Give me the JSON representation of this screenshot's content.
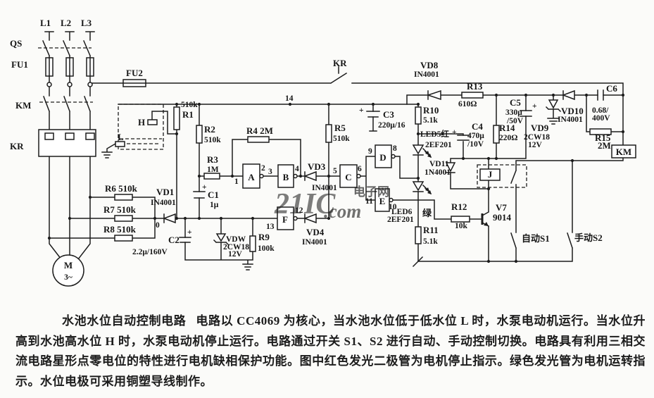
{
  "colors": {
    "ink": "#1c1c1c",
    "paper": "#fbfbf9",
    "watermark_red": "#de5f73",
    "watermark_blue": "#7e98c2"
  },
  "watermark": {
    "brand": "21IC",
    "domain": ".com",
    "site": "电子网"
  },
  "labels": {
    "l1": "L1",
    "l2": "L2",
    "l3": "L3",
    "qs": "QS",
    "fu1": "FU1",
    "fu2": "FU2",
    "km": "KM",
    "kr": "KR",
    "kr_contact": "KR",
    "km_coil": "KM",
    "motor_m": "M",
    "motor_ph": "3~",
    "tank_h": "H",
    "tank_l": "L",
    "r1": "R1",
    "r1_v": "510k",
    "r2": "R2",
    "r2_v": "510k",
    "r3": "R3",
    "r3_v": "1M",
    "r4": "R4 2M",
    "r5": "R5",
    "r5_v": "510k",
    "r6": "R6 510k",
    "r7": "R7 510k",
    "r8": "R8 510k",
    "r9": "R9",
    "r9_v": "100k",
    "r10": "R10",
    "r10_v": "5.1k",
    "r11": "R11",
    "r11_v": "5.1k",
    "r12": "R12",
    "r12_v": "10k",
    "r13": "R13",
    "r13_v": "610Ω",
    "r14": "R14",
    "r14_v": "220Ω",
    "r15": "R15",
    "r15_v": "2M",
    "c1": "C1",
    "c1_v": "1μ",
    "c2": "C2",
    "c2_v": "2.2μ/160V",
    "c3": "C3",
    "c3_v": "220μ/16",
    "c4": "C4",
    "c4_v": "470μ",
    "c4_v2": "/10V",
    "c5": "C5",
    "c5_v": "330μ",
    "c5_v2": "/50V",
    "c6": "C6",
    "c6_v": "0.68/",
    "c6_v2": "400V",
    "plus_c1": "+",
    "plus_c2": "+",
    "plus_c3": "+",
    "plus_c4": "+",
    "plus_c5": "+",
    "vd1": "VD1",
    "vd1_v": "IN4001",
    "vd3": "VD3",
    "vd3_v": "IN4001",
    "vd4": "VD4",
    "vd4_v": "IN4001",
    "vd8": "VD8",
    "vd8_v": "IN4001",
    "vd9": "VD9",
    "vd9_v": "2CW18",
    "vd9_v2": "12V",
    "vd10": "VD10",
    "vd10_v": "IN4001",
    "vd11": "VD11",
    "vd11_v": "1N4001",
    "vdw": "VDW",
    "vdw_v": "2CW18",
    "vdw_v2": "12V",
    "led5": "LED5红",
    "led5_v": "2EF201",
    "led6": "LED6",
    "led6_v": "2EF201",
    "led6_c": "绿",
    "v7": "V7",
    "v7_v": "9014",
    "j": "J",
    "s1": "自动S1",
    "s2": "手动S2"
  },
  "pins": {
    "p0": "0",
    "p1": "1",
    "p2": "2",
    "p3": "3",
    "p4": "4",
    "p5": "5",
    "p6": "6",
    "p8": "8",
    "p9": "9",
    "p10": "10",
    "p11": "11",
    "p12": "12",
    "p13": "13",
    "p14": "14"
  },
  "gates": {
    "a": "A",
    "b": "B",
    "c": "C",
    "d": "D",
    "e": "E",
    "f": "F"
  },
  "caption": {
    "title": "水池水位自动控制电路",
    "body": "电路以 CC4069 为核心，当水池水位低于低水位 L 时，水泵电动机运行。当水位升高到水池高水位 H 时，水泵电动机停止运行。电路通过开关 S1、S2 进行自动、手动控制切换。电路具有利用三相交流电路星形点零电位的特性进行电机缺相保护功能。图中红色发光二极管为电机停止指示。绿色发光管为电机运转指示。水位电极可采用铜塑导线制作。"
  }
}
